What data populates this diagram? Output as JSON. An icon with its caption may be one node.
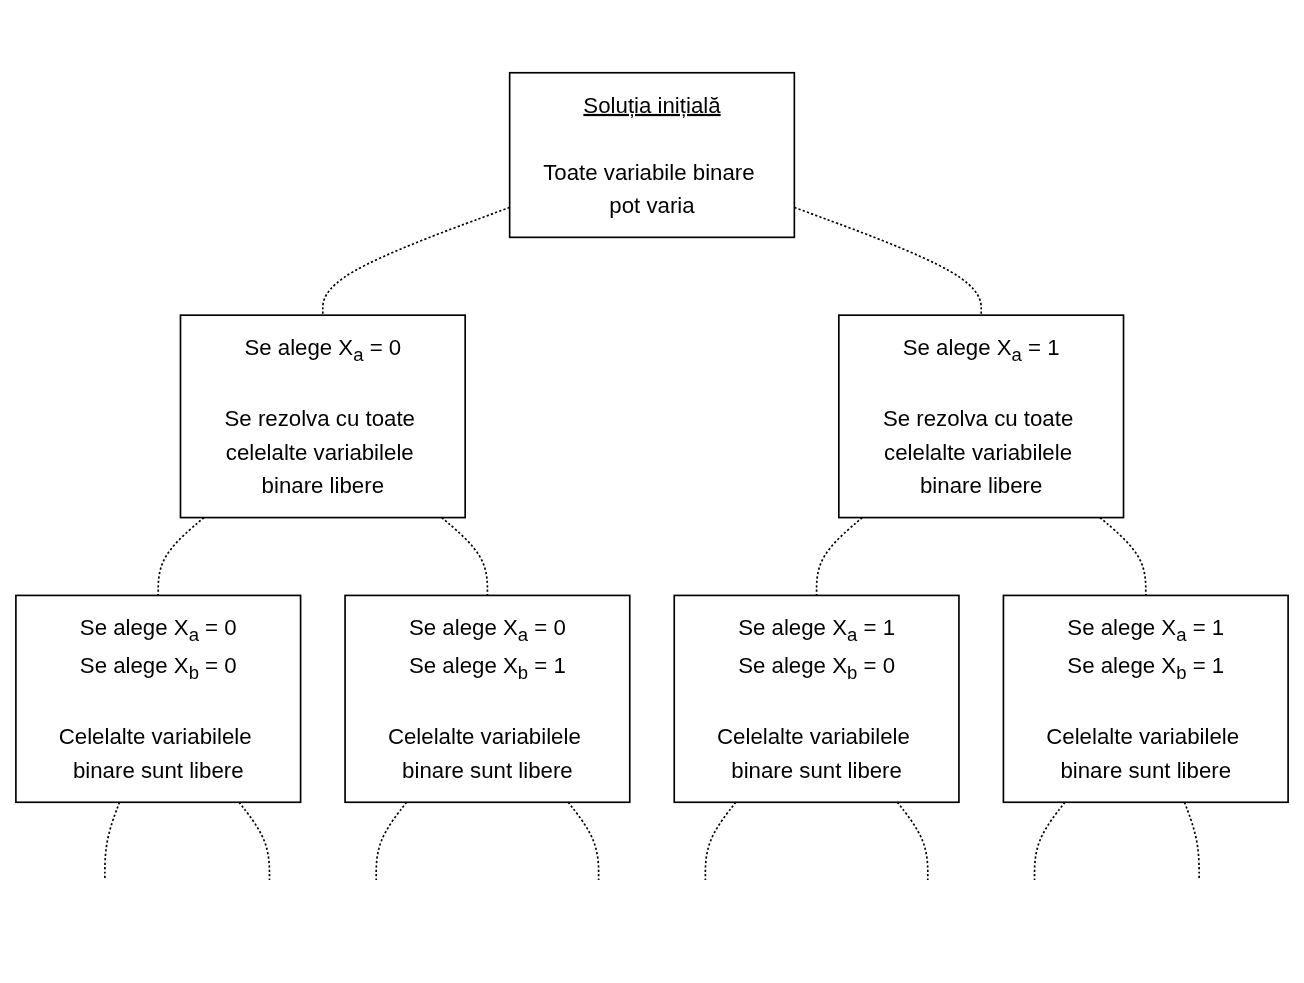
{
  "diagram": {
    "nodes": [
      {
        "text": [
          "Soluția inițială",
          "Toate variabile binare pot varia"
        ]
      },
      {
        "text": [
          "Se alege X$_{a}$ = 0",
          "Se rezolva cu toate celelalte variabilele binare libere"
        ]
      },
      {
        "text": [
          "Se alege X$_{a}$ = 1",
          "Se rezolva cu toate celelalte variabilele binare libere"
        ]
      },
      {
        "text": [
          "Se alege X$_{a}$ = 0",
          "Se alege X$_{b}$ = 0",
          "Celelalte variabilele binare sunt libere"
        ]
      },
      {
        "text": [
          "Se alege X$_{a}$ = 0",
          "Se alege X$_{b}$ = 1",
          "Celelalte variabilele binare sunt libere"
        ]
      },
      {
        "text": [
          "Se alege X$_{a}$ = 1",
          "Se alege X$_{b}$ = 0",
          "Celelalte variabilele binare sunt libere"
        ]
      },
      {
        "text": [
          "Se alege X$_{a}$ = 1",
          "Se alege X$_{b}$ = 1",
          "Celelalte variabilele binare sunt libere"
        ]
      }
    ],
    "edges": [
      {
        "from": 0,
        "to": 1,
        "arrow": "none",
        "style": "dashed"
      },
      {
        "from": 0,
        "to": 2,
        "arrow": "none",
        "style": "dashed"
      },
      {
        "from": 1,
        "to": 3,
        "arrow": "none",
        "style": "dashed"
      },
      {
        "from": 1,
        "to": 4,
        "arrow": "none",
        "style": "dashed"
      },
      {
        "from": 2,
        "to": 5,
        "arrow": "none",
        "style": "dashed"
      },
      {
        "from": 2,
        "to": 6,
        "arrow": "none",
        "style": "dashed"
      },
      {
        "from": 3,
        "to": null,
        "arrow": "none",
        "style": "dashed"
      },
      {
        "from": 3,
        "to": null,
        "arrow": "none",
        "style": "dashed"
      },
      {
        "from": 4,
        "to": null,
        "arrow": "none",
        "style": "dashed"
      },
      {
        "from": 4,
        "to": null,
        "arrow": "none",
        "style": "dashed"
      },
      {
        "from": 5,
        "to": null,
        "arrow": "none",
        "style": "dashed"
      },
      {
        "from": 5,
        "to": null,
        "arrow": "none",
        "style": "dashed"
      },
      {
        "from": 6,
        "to": null,
        "arrow": "none",
        "style": "dashed"
      },
      {
        "from": 6,
        "to": null,
        "arrow": "none",
        "style": "dashed"
      }
    ]
  }
}
